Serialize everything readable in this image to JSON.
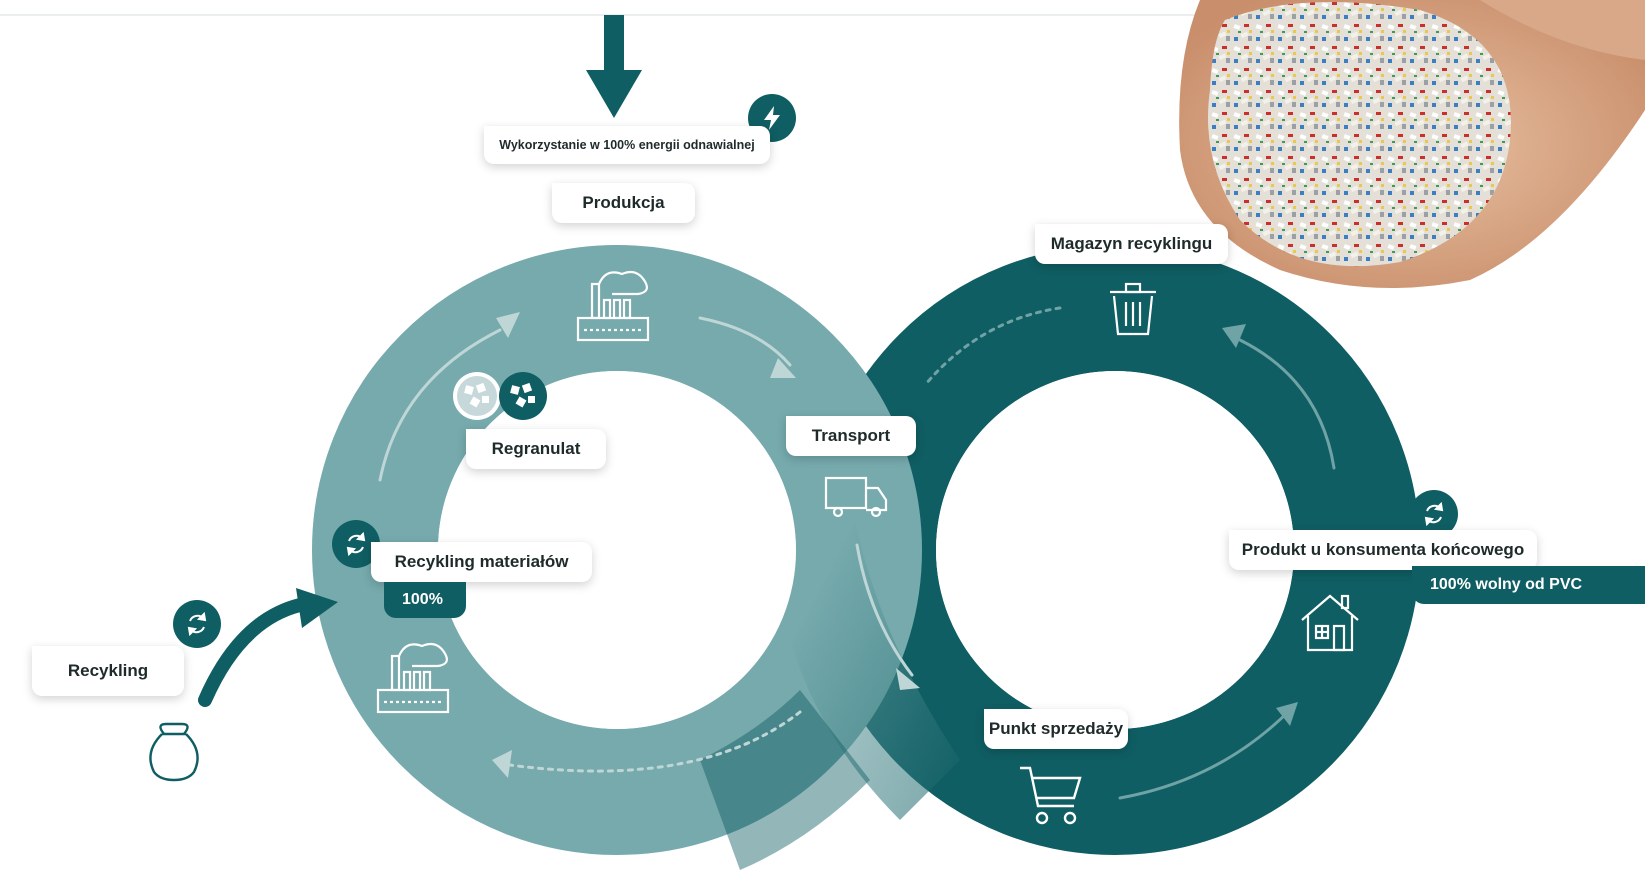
{
  "diagram": {
    "labels": {
      "energy": "Wykorzystanie w 100% energii odnawialnej",
      "production": "Produkcja",
      "regranulate": "Regranulat",
      "transport": "Transport",
      "material_recycling": "Recykling materiałów",
      "material_recycling_badge": "100%",
      "recycling": "Recykling",
      "recycling_warehouse": "Magazyn recyklingu",
      "end_consumer_product": "Produkt u konsumenta końcowego",
      "pvc_free_badge": "100% wolny od PVC",
      "point_of_sale": "Punkt sprzedaży"
    },
    "colors": {
      "light_ring": "#76aaad",
      "dark_ring": "#0f5e63",
      "accent": "#0f5e63"
    },
    "icons": [
      "lightning-icon",
      "factory-icon",
      "granules-icon",
      "recycle-icon",
      "truck-icon",
      "trash-bin-icon",
      "house-icon",
      "shopping-cart-icon",
      "bag-icon",
      "arrow-down-icon"
    ]
  }
}
